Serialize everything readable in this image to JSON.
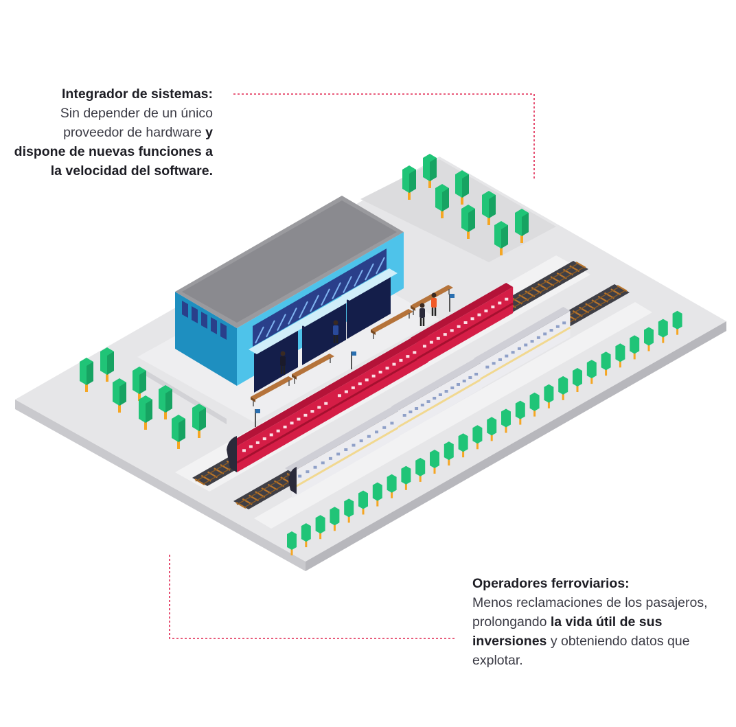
{
  "colors": {
    "accent_red": "#e0244f",
    "train_red": "#d51d46",
    "train_white": "#ececf0",
    "building_blue": "#4ec3ea",
    "tree_green": "#20c477",
    "trunk_orange": "#f5a623",
    "connector_red": "#e0244f"
  },
  "callout_top": {
    "title": "Integrador de sistemas:",
    "text_1": "Sin depender de un único proveedor de hardware",
    "bold_1": "y dispone de nuevas funciones a la velocidad del software."
  },
  "callout_bottom": {
    "title": "Operadores ferroviarios:",
    "text_1": "Menos reclamaciones de los pasajeros, prolongando",
    "bold_1": "la vida útil de sus inversiones",
    "text_2": "y obteniendo datos que explotar."
  },
  "scene": {
    "station_icon": "station-building-icon",
    "red_train_icon": "red-train-icon",
    "white_train_icon": "white-train-icon",
    "tree_icon": "tree-icon",
    "bench_icon": "bench-icon",
    "person_icon": "person-icon",
    "sign_icon": "sign-post-icon"
  }
}
